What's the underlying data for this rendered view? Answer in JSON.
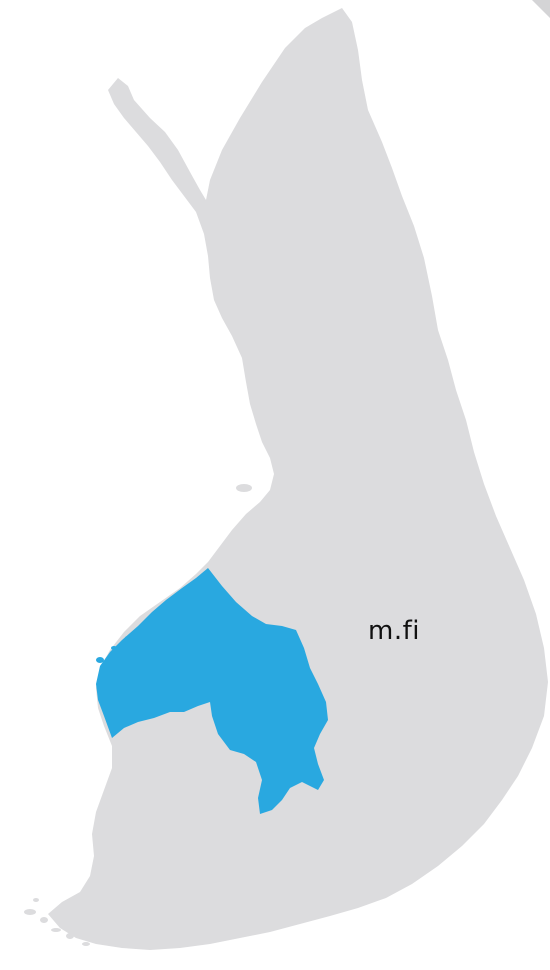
{
  "map": {
    "label": "m.fi",
    "colors": {
      "land": "#dcdcde",
      "highlight": "#29a8e0",
      "background": "#ffffff",
      "text": "#111111"
    },
    "regions": [
      {
        "id": "finland",
        "role": "country-outline"
      },
      {
        "id": "highlighted-region",
        "role": "selected-region"
      }
    ]
  }
}
